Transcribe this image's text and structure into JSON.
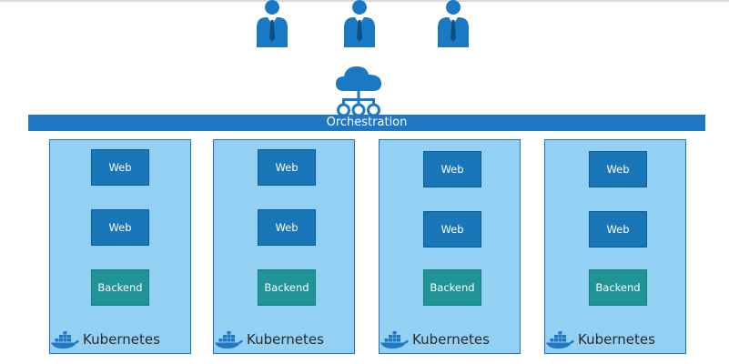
{
  "orchestration": {
    "label": "Orchestration"
  },
  "users": [
    {
      "icon": "user-icon"
    },
    {
      "icon": "user-icon"
    },
    {
      "icon": "user-icon"
    }
  ],
  "cloud": {
    "icon": "cloud-network-icon"
  },
  "nodes": [
    {
      "platform_label": "Kubernetes",
      "containers": [
        {
          "label": "Web"
        },
        {
          "label": "Web"
        },
        {
          "label": "Backend"
        }
      ]
    },
    {
      "platform_label": "Kubernetes",
      "containers": [
        {
          "label": "Web"
        },
        {
          "label": "Web"
        },
        {
          "label": "Backend"
        }
      ]
    },
    {
      "platform_label": "Kubernetes",
      "containers": [
        {
          "label": "Web"
        },
        {
          "label": "Web"
        },
        {
          "label": "Backend"
        }
      ]
    },
    {
      "platform_label": "Kubernetes",
      "containers": [
        {
          "label": "Web"
        },
        {
          "label": "Web"
        },
        {
          "label": "Backend"
        }
      ]
    }
  ],
  "colors": {
    "bar": "#1f78c1",
    "node_fill": "#92d1f4",
    "node_border": "#1e73b9",
    "web_box": "#1976b8",
    "backend_box": "#209396",
    "user_icon": "#1b78c3"
  }
}
